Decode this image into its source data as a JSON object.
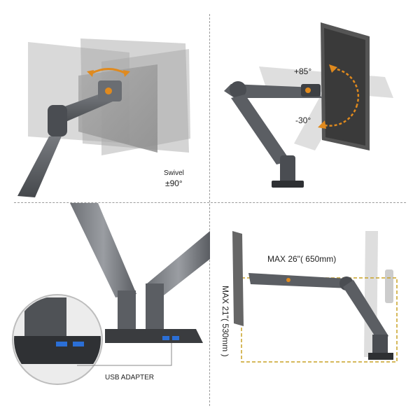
{
  "panels": {
    "swivel": {
      "label_line1": "Swivel",
      "label_line2": "±90°"
    },
    "tilt": {
      "up_label": "+85°",
      "down_label": "-30°"
    },
    "usb": {
      "label": "USB ADAPTER"
    },
    "dimensions": {
      "width_label": "MAX 26\"( 650mm)",
      "height_label": "MAX 21\"( 530mm )"
    }
  },
  "colors": {
    "arm": "#5b5e63",
    "arm_dark": "#3d4044",
    "accent": "#e08a1e",
    "dashed_box": "#c9a227"
  }
}
